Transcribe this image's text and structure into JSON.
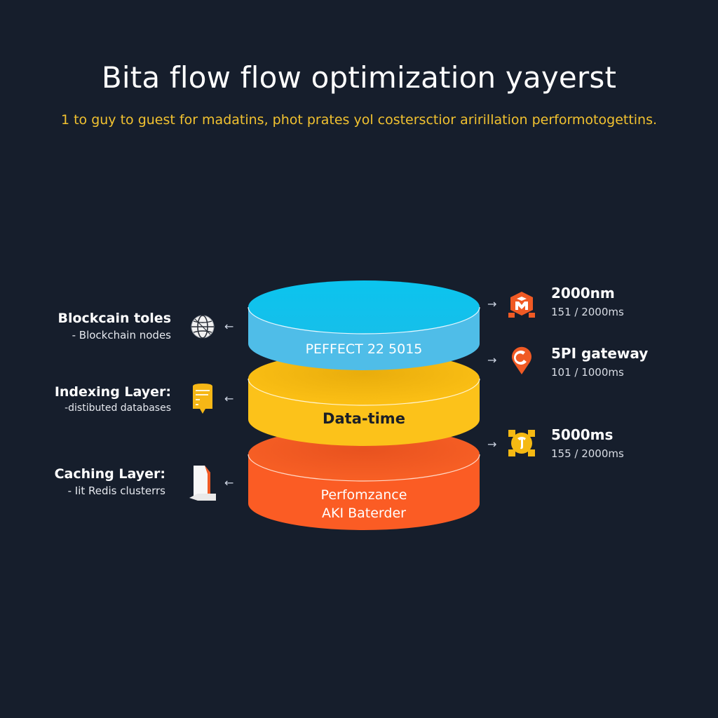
{
  "header": {
    "title": "Bita flow flow optimization yayerst",
    "subtitle": "1 to guy to guest for madatins, phot prates yol costersctior aririllation performotogettins."
  },
  "colors": {
    "background": "#161e2c",
    "title": "#ffffff",
    "subtitle": "#f2c230",
    "layer_top": "#12c3ec",
    "layer_top_side": "#4fbde8",
    "layer_middle": "#fbbd0e",
    "layer_middle_side": "#fcc21a",
    "layer_bottom": "#f25a22",
    "layer_bottom_side": "#fb5c24"
  },
  "layers": [
    {
      "label": "PEFFECT 22 5015"
    },
    {
      "label": "Data-time"
    },
    {
      "label_line1": "Perfomzance",
      "label_line2": "AKI Baterder"
    }
  ],
  "left_items": [
    {
      "title": "Blockcain toles",
      "subtitle": "- Blockchain nodes",
      "icon": "globe-icon"
    },
    {
      "title": "Indexing Layer:",
      "subtitle": "-distibuted databases",
      "icon": "database-list-icon"
    },
    {
      "title": "Caching Layer:",
      "subtitle": "- Iit Redis clusterrs",
      "icon": "document-stand-icon"
    }
  ],
  "right_items": [
    {
      "title": "2000nm",
      "subtitle": "151 / 2000ms",
      "icon": "hexagon-m-icon"
    },
    {
      "title": "5PI gateway",
      "subtitle": "101 / 1000ms",
      "icon": "location-pin-icon"
    },
    {
      "title": "5000ms",
      "subtitle": "155 / 2000ms",
      "icon": "gear-badge-icon"
    }
  ],
  "arrows": {
    "left": "←",
    "right": "→"
  }
}
